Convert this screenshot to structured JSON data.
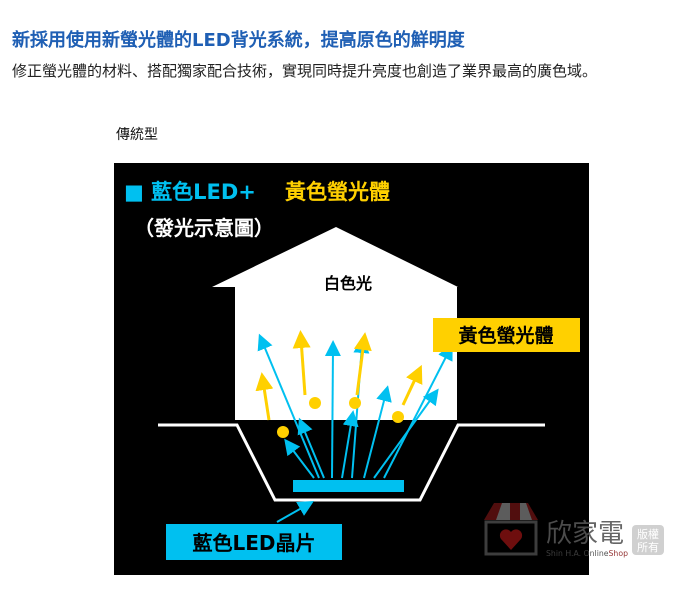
{
  "heading": "新採用使用新螢光體的LED背光系統，提高原色的鮮明度",
  "description": "修正螢光體的材料、搭配獨家配合技術，實現同時提升亮度也創造了業界最高的廣色域。",
  "caption": "傳統型",
  "diagram": {
    "title_blue": "■ 藍色LED+",
    "title_yellow": "黃色螢光體",
    "subtitle": "（發光示意圖）",
    "white_light": "白色光",
    "phosphor_label": "黃色螢光體",
    "led_label": "藍色LED晶片",
    "colors": {
      "blue": "#00c0f0",
      "yellow": "#ffd000",
      "bg": "#000000"
    }
  },
  "watermark": {
    "brand": "欣家電",
    "sub_a": "Shin H.A. Online",
    "sub_b": "Shop",
    "badge_line1": "版權",
    "badge_line2": "所有"
  }
}
